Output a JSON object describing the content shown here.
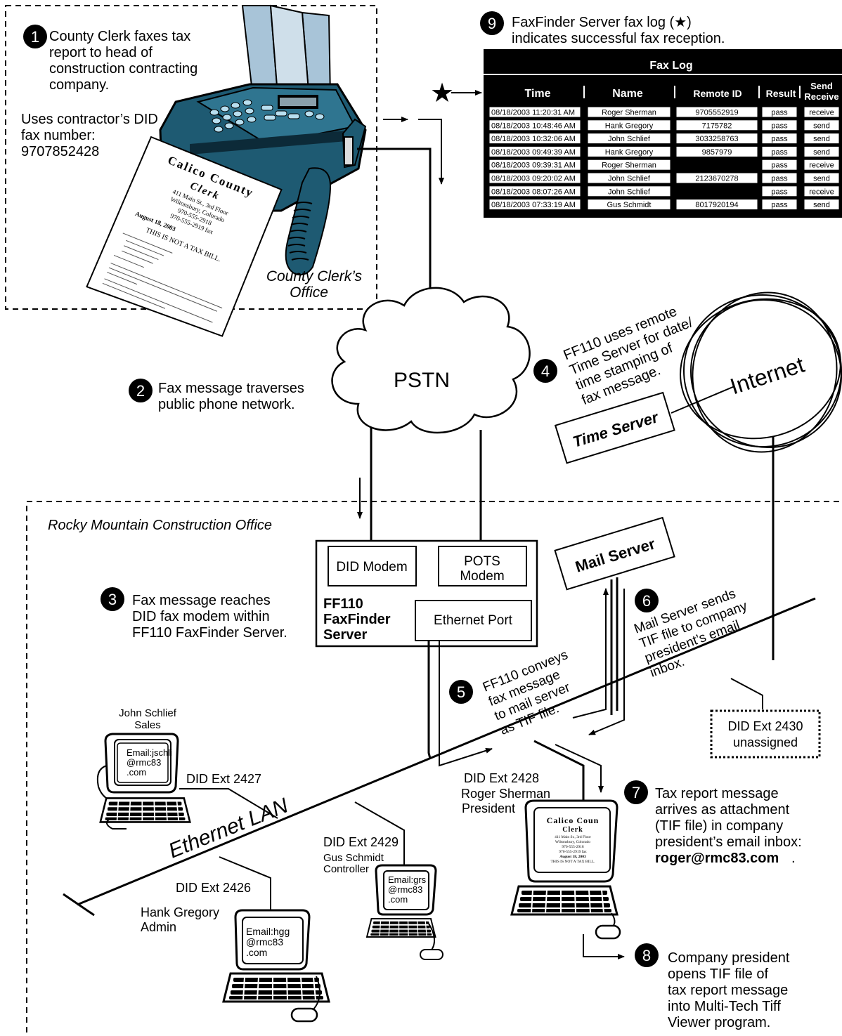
{
  "step1": {
    "num": "1",
    "lines": [
      "County Clerk  faxes tax",
      "report to head of",
      "construction contracting",
      "company."
    ],
    "did_lines": [
      "Uses contractor’s DID",
      "fax number:",
      "9707852428"
    ],
    "office_lines": [
      "County Clerk’s",
      "Office"
    ]
  },
  "fax_doc": {
    "header1": "Calico County",
    "header2": "Clerk",
    "addr": [
      "411 Main St., 3rd Floor",
      "Wiltonsbury, Colorado",
      "970-555-2918",
      "970-555-2919 fax"
    ],
    "date": "August 18, 2003",
    "notice": "THIS IS NOT A TAX BILL."
  },
  "step9": {
    "num": "9",
    "lines": [
      "FaxFinder Server fax log (★)",
      "indicates successful fax reception."
    ]
  },
  "fax_log": {
    "title": "Fax Log",
    "columns": [
      "Time",
      "Name",
      "Remote ID",
      "Result",
      "Send",
      "Receive"
    ],
    "star": "★",
    "rows": [
      [
        "08/18/2003 11:20:31 AM",
        "Roger Sherman",
        "9705552919",
        "pass",
        "receive"
      ],
      [
        "08/18/2003 10:48:46 AM",
        "Hank Gregory",
        "7175782",
        "pass",
        "send"
      ],
      [
        "08/18/2003 10:32:06 AM",
        "John Schlief",
        "3033258763",
        "pass",
        "send"
      ],
      [
        "08/18/2003 09:49:39 AM",
        "Hank Gregory",
        "9857979",
        "pass",
        "send"
      ],
      [
        "08/18/2003 09:39:31 AM",
        "Roger Sherman",
        "",
        "pass",
        "receive"
      ],
      [
        "08/18/2003 09:20:02 AM",
        "John Schlief",
        "2123670278",
        "pass",
        "send"
      ],
      [
        "08/18/2003 08:07:26 AM",
        "John Schlief",
        "",
        "pass",
        "receive"
      ],
      [
        "08/18/2003 07:33:19 AM",
        "Gus Schmidt",
        "8017920194",
        "pass",
        "send"
      ]
    ]
  },
  "pstn": "PSTN",
  "internet": "Internet",
  "time_server": "Time Server",
  "step2": {
    "num": "2",
    "lines": [
      "Fax message traverses",
      "public phone network."
    ]
  },
  "step4": {
    "num": "4",
    "lines": [
      "FF110 uses remote",
      "Time Server for date/",
      "time stamping of",
      "fax message."
    ]
  },
  "office_label": "Rocky Mountain Construction Office",
  "ff110": {
    "did_modem": "DID Modem",
    "pots_modem": [
      "POTS",
      "Modem"
    ],
    "name_lines": [
      "FF110",
      "FaxFinder",
      "Server"
    ],
    "ethernet_port": "Ethernet Port"
  },
  "mail_server": "Mail Server",
  "step3": {
    "num": "3",
    "lines": [
      "Fax message reaches",
      "DID fax modem within",
      "FF110 FaxFinder Server."
    ]
  },
  "step5": {
    "num": "5",
    "lines": [
      "FF110 conveys",
      "fax message",
      "to mail server",
      "as TIF file."
    ]
  },
  "step6": {
    "num": "6",
    "lines": [
      "Mail Server sends",
      "TIF file to company",
      "president’s email",
      "inbox."
    ]
  },
  "step7": {
    "num": "7",
    "lines": [
      "Tax report message",
      "arrives as attachment",
      "(TIF file) in company",
      "president’s email inbox:"
    ],
    "email": "roger@rmc83.com",
    "dot": "."
  },
  "step8": {
    "num": "8",
    "lines": [
      "Company president",
      "opens TIF file of",
      "tax report message",
      "into Multi-Tech Tiff",
      "Viewer program."
    ]
  },
  "ext2430": [
    "DID Ext 2430",
    "unassigned"
  ],
  "ethernet_lan": "Ethernet LAN",
  "users": {
    "john": {
      "name": [
        "John Schlief",
        "Sales"
      ],
      "email": [
        "Email:jschli",
        "@rmc83",
        ".com"
      ],
      "ext": "DID Ext 2427"
    },
    "roger": {
      "ext_lines": [
        "DID Ext 2428",
        "Roger Sherman",
        "President"
      ]
    },
    "gus": {
      "ext": "DID Ext 2429",
      "name": [
        "Gus Schmidt",
        "Controller"
      ],
      "email": [
        "Email:grs",
        "@rmc83",
        ".com"
      ]
    },
    "hank": {
      "ext": "DID Ext 2426",
      "name": [
        "Hank Gregory",
        "Admin"
      ],
      "email": [
        "Email:hgg",
        "@rmc83",
        ".com"
      ]
    }
  },
  "roger_screen": {
    "header1": "Calico Coun",
    "header2": "Clerk",
    "lines": [
      "411 Main St., 3rd Floor",
      "Wiltonsbury, Colorado",
      "970-555-2918",
      "970-555-2919 fax",
      "August 18, 2003",
      "THIS IS NOT A TAX BILL."
    ]
  }
}
